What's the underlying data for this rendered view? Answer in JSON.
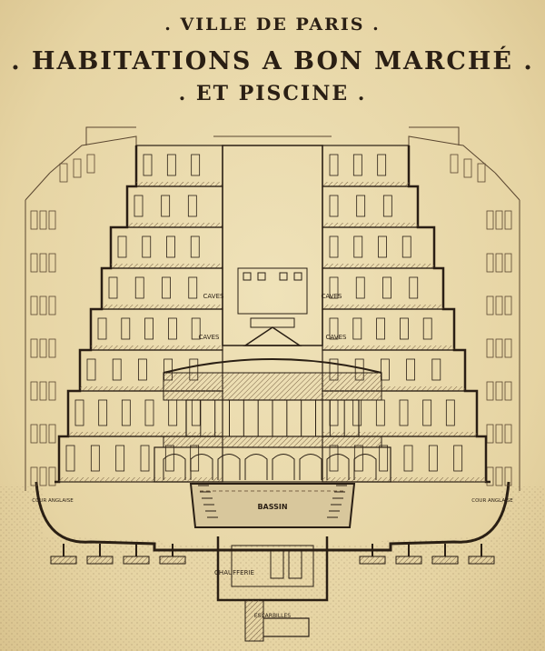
{
  "title": {
    "line1": ". VILLE DE PARIS .",
    "line2": ". HABITATIONS A BON MARCHÉ .",
    "line3": ". ET PISCINE ."
  },
  "labels": {
    "caves_left_upper": "CAVES",
    "caves_right_upper": "CAVES",
    "caves_left_lower": "CAVES",
    "caves_right_lower": "CAVES",
    "bassin": "BASSIN",
    "chaufferie": "CHAUFFERIE",
    "escarbilles": "ESCARBILLES",
    "cour_left": "COUR ANGLAISE",
    "cour_right": "COUR ANGLAISE"
  },
  "colors": {
    "paper": "#e9d9ac",
    "ink": "#2a1f14",
    "hatch": "#7a6346",
    "ground": "#c9b186"
  }
}
